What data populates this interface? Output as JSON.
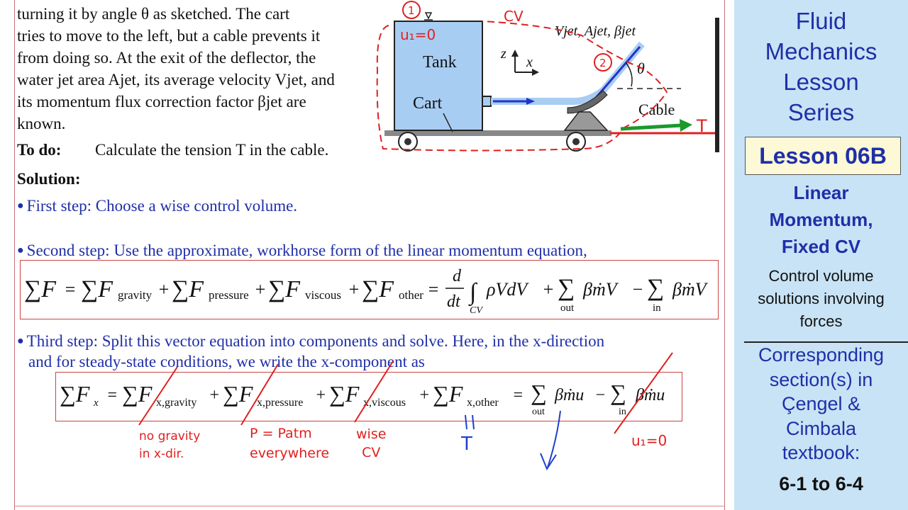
{
  "problem": {
    "lines": [
      "turning it by angle θ as sketched. The cart",
      "tries to move to the left, but a cable prevents it",
      "from doing so. At the exit of the deflector, the",
      "water jet area Ajet, its average velocity Vjet, and",
      "its momentum flux correction factor βjet are",
      "known."
    ],
    "todo_label": "To do:",
    "todo_text": "Calculate the tension T in the cable.",
    "solution_label": "Solution:",
    "step1": "First step: Choose a wise control volume.",
    "step2": "Second step: Use the approximate, workhorse form of the linear momentum equation,",
    "step3_line1": "Third step: Split this vector equation into components and solve. Here, in the x-direction",
    "step3_line2": "and for steady-state conditions, we write the x-component as"
  },
  "figure": {
    "tank_label": "Tank",
    "cart_label": "Cart",
    "cable_label": "Cable",
    "jet_label": "Vjet, Ajet, βjet",
    "axis_z": "z",
    "axis_x": "x",
    "theta": "θ",
    "cv_label": "CV",
    "point1": "1",
    "point2": "2",
    "u1_note": "u₁=0",
    "tension_label": "T"
  },
  "equation1": {
    "lhs": "∑F",
    "t1": "∑F",
    "t1_sub": "gravity",
    "t2": "∑F",
    "t2_sub": "pressure",
    "t3": "∑F",
    "t3_sub": "viscous",
    "t4": "∑F",
    "t4_sub": "other",
    "deriv_top": "d",
    "deriv_bot": "dt",
    "integral": "∫",
    "integral_sub": "CV",
    "integrand": "ρVdV",
    "sum_out": "∑",
    "sum_out_sub": "out",
    "flux": "βṁV",
    "sum_in": "∑",
    "sum_in_sub": "in",
    "flux2": "βṁV"
  },
  "equation2": {
    "lhs": "∑F",
    "lhs_sub": "x",
    "t1": "∑F",
    "t1_sub": "x,gravity",
    "t2": "∑F",
    "t2_sub": "x,pressure",
    "t3": "∑F",
    "t3_sub": "x,viscous",
    "t4": "∑F",
    "t4_sub": "x,other",
    "sum_out": "∑",
    "sum_out_sub": "out",
    "flux_out": "βṁu",
    "sum_in": "∑",
    "sum_in_sub": "in",
    "flux_in": "βṁu"
  },
  "annotations": {
    "gravity_note_1": "no gravity",
    "gravity_note_2": "in x-dir.",
    "pressure_note_1": "P = Patm",
    "pressure_note_2": "everywhere",
    "viscous_note_1": "wise",
    "viscous_note_2": "CV",
    "other_note": "T",
    "in_note": "u₁=0"
  },
  "sidebar": {
    "series_lines": [
      "Fluid",
      "Mechanics",
      "Lesson",
      "Series"
    ],
    "lesson": "Lesson 06B",
    "topic_lines": [
      "Linear",
      "Momentum,",
      "Fixed CV"
    ],
    "desc_lines": [
      "Control volume",
      "solutions involving",
      "forces"
    ],
    "corr_lines": [
      "Corresponding",
      "section(s) in",
      "Çengel &",
      "Cimbala",
      "textbook:"
    ],
    "sections": "6-1 to 6-4"
  },
  "colors": {
    "text_blue": "#1f2fa8",
    "ink_red": "#e02020",
    "sidebar_bg": "#c8e3f5",
    "tank_fill": "#a8cdf2",
    "jet_blue": "#2233cc"
  }
}
